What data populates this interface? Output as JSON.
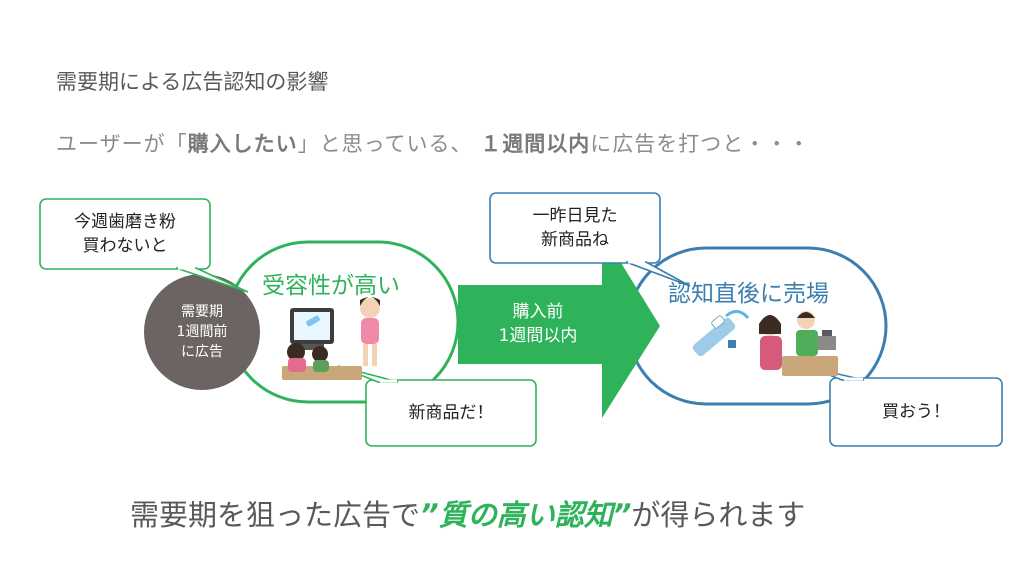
{
  "title": "需要期による広告認知の影響",
  "subtitle": {
    "pre": "ユーザーが「",
    "em1": "購入したい",
    "mid1": "」と思っている、",
    "em2": "１週間以内",
    "post": "に広告を打つと・・・"
  },
  "left_panel": {
    "heading": "受容性が高い",
    "bubble_top": [
      "今週歯磨き粉",
      "買わないと"
    ],
    "bubble_bottom": "新商品だ！",
    "circle": [
      "需要期",
      "1週間前",
      "に広告"
    ]
  },
  "arrow": [
    "購入前",
    "1週間以内"
  ],
  "right_panel": {
    "heading": "認知直後に売場",
    "bubble_top": [
      "一昨日見た",
      "新商品ね"
    ],
    "bubble_bottom": "買おう！"
  },
  "conclusion": {
    "pre": "需要期を狙った広告で",
    "highlight": "”質の高い認知”",
    "post": "が得られます"
  },
  "colors": {
    "green": "#2fb35a",
    "blue": "#3a7fb0",
    "circle": "#6b6462",
    "text_gray": "#595959"
  }
}
